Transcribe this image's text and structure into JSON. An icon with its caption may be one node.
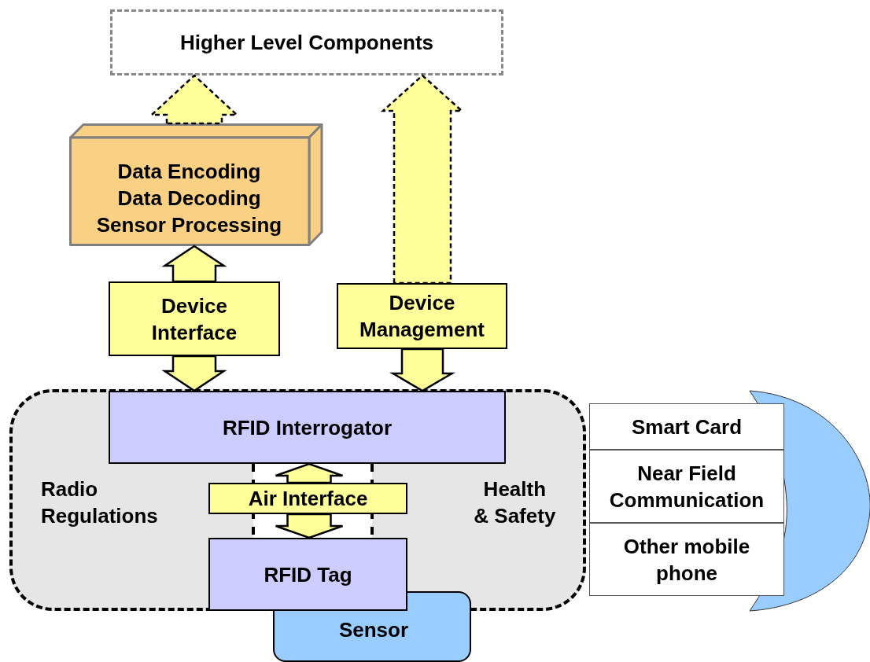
{
  "diagram": {
    "nodes": [
      {
        "text": [
          "Higher Level Components"
        ]
      },
      {
        "text": [
          "Data Encoding",
          "Data Decoding",
          "Sensor Processing"
        ]
      },
      {
        "text": [
          "Device Interface"
        ]
      },
      {
        "text": [
          "Device Management"
        ]
      },
      {
        "text": [
          "Radio Regulations",
          "Health & Safety"
        ]
      },
      {
        "text": [
          "RFID Interrogator"
        ],
        "in": 4
      },
      {
        "text": [
          "Air Interface"
        ],
        "in": 4
      },
      {
        "text": [
          "RFID Tag"
        ],
        "in": 4
      },
      {
        "text": [
          "Sensor"
        ]
      },
      {
        "text": [
          "Smart Card"
        ]
      },
      {
        "text": [
          "Near Field Communication"
        ]
      },
      {
        "text": [
          "Other mobile phone"
        ]
      },
      {
        "text": [],
        "shape": "crescent"
      }
    ],
    "edges": [
      {
        "from": 1,
        "to": 0,
        "arrow": "to",
        "style": "dashed"
      },
      {
        "from": 3,
        "to": 0,
        "arrow": "to",
        "style": "dashed"
      },
      {
        "from": 2,
        "to": 1,
        "arrow": "to"
      },
      {
        "from": 2,
        "to": 5,
        "arrow": "to"
      },
      {
        "from": 3,
        "to": 5,
        "arrow": "to"
      },
      {
        "from": 6,
        "to": 5,
        "arrow": "to"
      },
      {
        "from": 6,
        "to": 7,
        "arrow": "to"
      }
    ]
  }
}
